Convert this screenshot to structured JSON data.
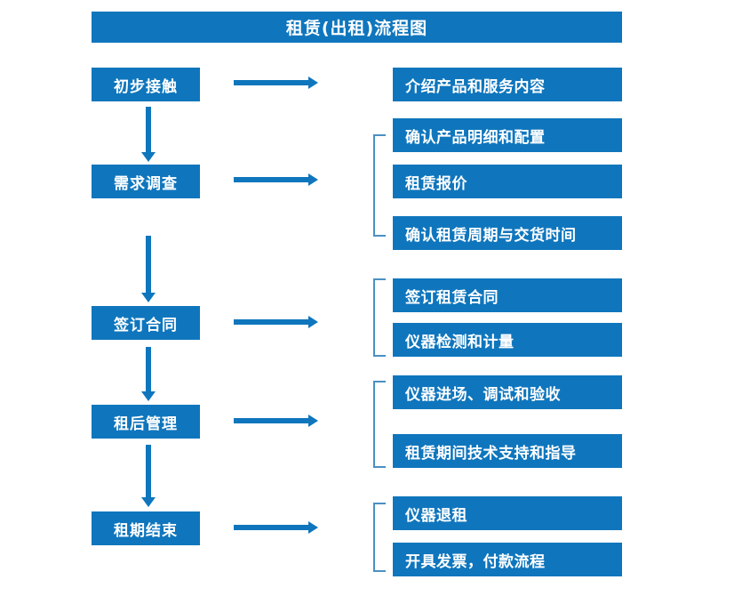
{
  "title": "租赁(出租)流程图",
  "theme": {
    "box_fill": "#0F76BD",
    "box_text": "#FFFFFF",
    "arrow": "#0F76BD",
    "bracket": "#4A90C4",
    "background": "#FFFFFF"
  },
  "stages": [
    {
      "label": "初步接触"
    },
    {
      "label": "需求调查"
    },
    {
      "label": "签订合同"
    },
    {
      "label": "租后管理"
    },
    {
      "label": "租期结束"
    }
  ],
  "details": [
    {
      "label": "介绍产品和服务内容"
    },
    {
      "label": "确认产品明细和配置"
    },
    {
      "label": "租赁报价"
    },
    {
      "label": "确认租赁周期与交货时间"
    },
    {
      "label": "签订租赁合同"
    },
    {
      "label": "仪器检测和计量"
    },
    {
      "label": "仪器进场、调试和验收"
    },
    {
      "label": "租赁期间技术支持和指导"
    },
    {
      "label": "仪器退租"
    },
    {
      "label": "开具发票，付款流程"
    }
  ]
}
